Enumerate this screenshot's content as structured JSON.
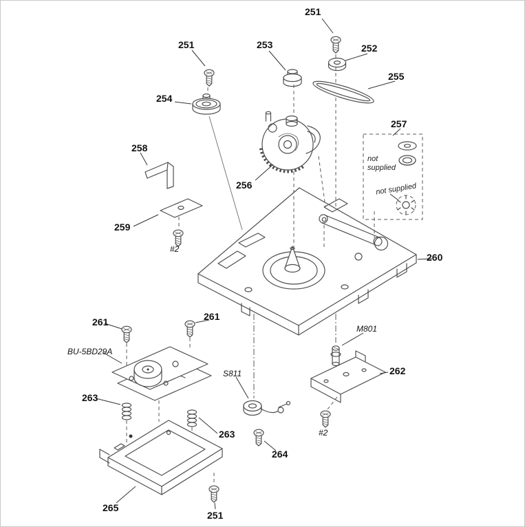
{
  "figure": {
    "type": "exploded-parts-diagram",
    "background": "#ffffff",
    "line_color": "#4d4d4d",
    "text_color": "#111111"
  },
  "labels": {
    "p251_top": "251",
    "p253": "253",
    "p252": "252",
    "p251_left": "251",
    "p255": "255",
    "p254": "254",
    "p257": "257",
    "p256": "256",
    "p258": "258",
    "p259": "259",
    "p260": "260",
    "p261_left": "261",
    "p261_right": "261",
    "p262": "262",
    "p263_left": "263",
    "p263_right": "263",
    "p264": "264",
    "p265": "265",
    "p251_bottom": "251",
    "ref_bu": "BU-5BD29A",
    "ref_m801": "M801",
    "ref_s811": "S811",
    "screw_spec_top": "#2",
    "screw_spec_bottom": "#2",
    "not_supplied_line1": "not",
    "not_supplied_line2": "supplied",
    "not_supplied_2": "not supplied"
  }
}
